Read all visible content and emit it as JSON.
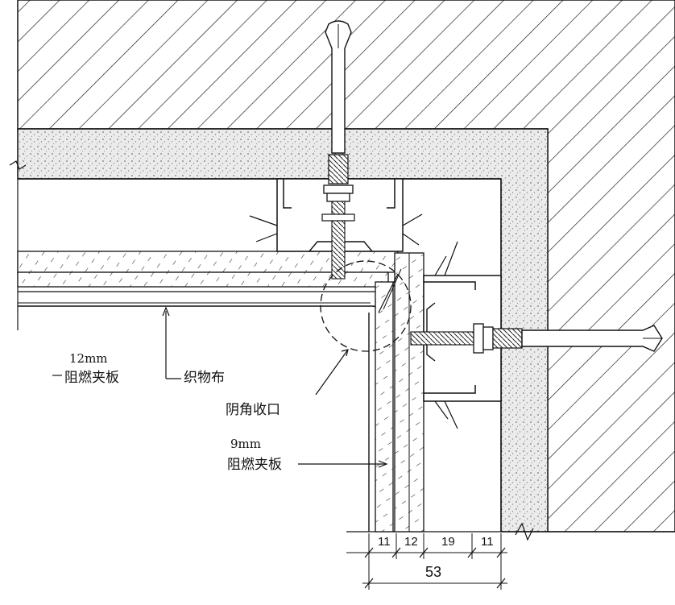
{
  "labels": {
    "panel_12mm_size": "12mm",
    "panel_12mm_name": "阻燃夹板",
    "fabric": "织物布",
    "corner_closure": "阴角收口",
    "panel_9mm_size": "9mm",
    "panel_9mm_name": "阻燃夹板"
  },
  "dimensions": {
    "d1": "11",
    "d2": "12",
    "d3": "19",
    "d4": "11",
    "total": "53"
  },
  "colors": {
    "line": "#111111",
    "plaster": "#e6e6e6",
    "background": "#ffffff"
  }
}
